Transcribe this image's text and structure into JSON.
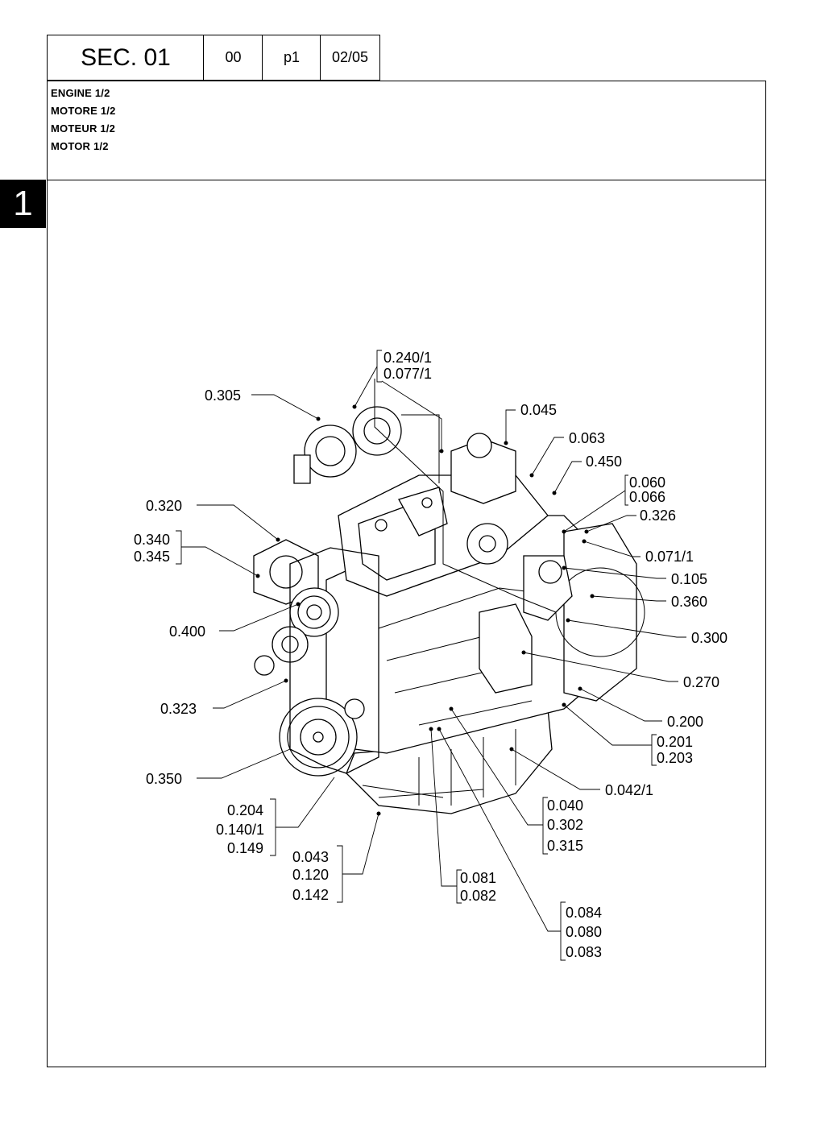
{
  "header": {
    "section": "SEC. 01",
    "revision": "00",
    "page": "p1",
    "date": "02/05"
  },
  "title": {
    "lines": [
      "ENGINE 1/2",
      "MOTORE 1/2",
      "MOTEUR 1/2",
      "MOTOR 1/2"
    ]
  },
  "section_tab": "1",
  "callouts": [
    {
      "id": "c-240-077",
      "codes": [
        "0.240/1",
        "0.077/1"
      ]
    },
    {
      "id": "c-305",
      "codes": [
        "0.305"
      ]
    },
    {
      "id": "c-045",
      "codes": [
        "0.045"
      ]
    },
    {
      "id": "c-063",
      "codes": [
        "0.063"
      ]
    },
    {
      "id": "c-450",
      "codes": [
        "0.450"
      ]
    },
    {
      "id": "c-060-066",
      "codes": [
        "0.060",
        "0.066"
      ]
    },
    {
      "id": "c-326",
      "codes": [
        "0.326"
      ]
    },
    {
      "id": "c-320",
      "codes": [
        "0.320"
      ]
    },
    {
      "id": "c-340-345",
      "codes": [
        "0.340",
        "0.345"
      ]
    },
    {
      "id": "c-071",
      "codes": [
        "0.071/1"
      ]
    },
    {
      "id": "c-105",
      "codes": [
        "0.105"
      ]
    },
    {
      "id": "c-360",
      "codes": [
        "0.360"
      ]
    },
    {
      "id": "c-400",
      "codes": [
        "0.400"
      ]
    },
    {
      "id": "c-300",
      "codes": [
        "0.300"
      ]
    },
    {
      "id": "c-270",
      "codes": [
        "0.270"
      ]
    },
    {
      "id": "c-323",
      "codes": [
        "0.323"
      ]
    },
    {
      "id": "c-200",
      "codes": [
        "0.200"
      ]
    },
    {
      "id": "c-201-203",
      "codes": [
        "0.201",
        "0.203"
      ]
    },
    {
      "id": "c-350",
      "codes": [
        "0.350"
      ]
    },
    {
      "id": "c-042",
      "codes": [
        "0.042/1"
      ]
    },
    {
      "id": "c-204-140-149",
      "codes": [
        "0.204",
        "0.140/1",
        "0.149"
      ]
    },
    {
      "id": "c-040-302-315",
      "codes": [
        "0.040",
        "0.302",
        "0.315"
      ]
    },
    {
      "id": "c-043-120-142",
      "codes": [
        "0.043",
        "0.120",
        "0.142"
      ]
    },
    {
      "id": "c-081-082",
      "codes": [
        "0.081",
        "0.082"
      ]
    },
    {
      "id": "c-084-080-083",
      "codes": [
        "0.084",
        "0.080",
        "0.083"
      ]
    }
  ]
}
